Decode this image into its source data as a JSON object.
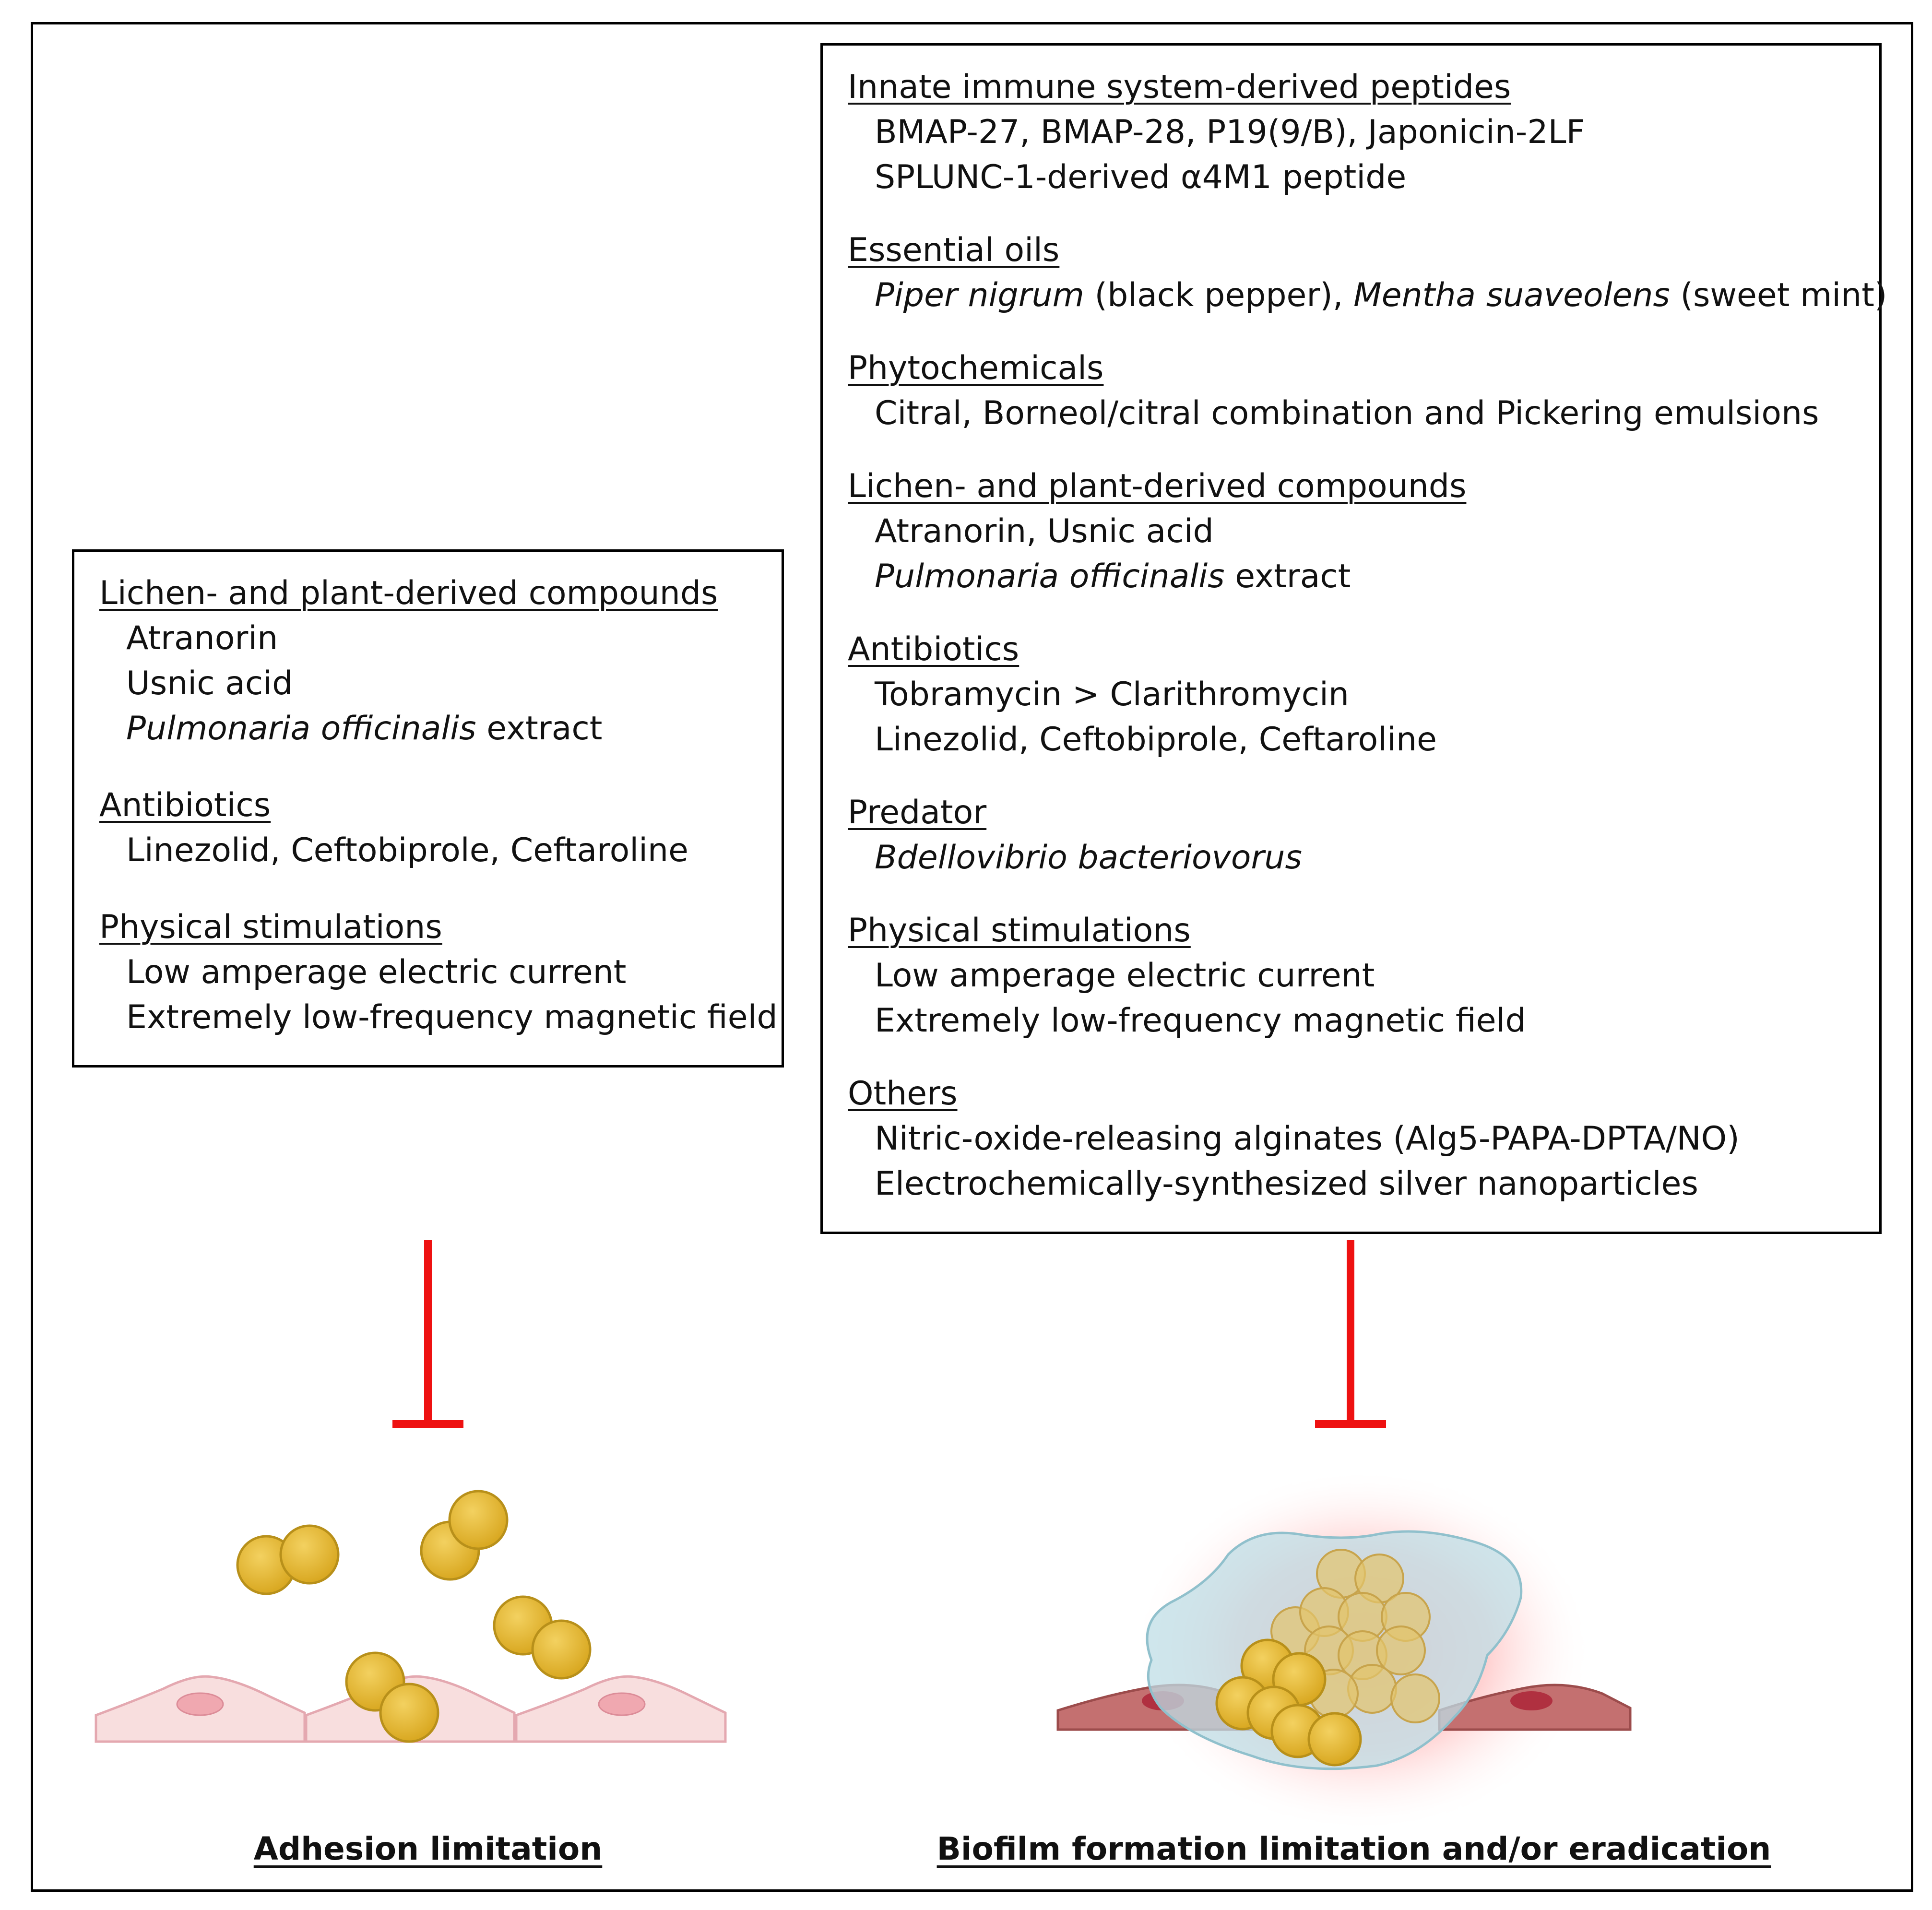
{
  "left_box": {
    "sections": [
      {
        "heading": "Lichen- and plant-derived compounds",
        "items": [
          [
            {
              "t": "Atranorin"
            }
          ],
          [
            {
              "t": "Usnic acid"
            }
          ],
          [
            {
              "t": "Pulmonaria officinalis",
              "i": true
            },
            {
              "t": " extract"
            }
          ]
        ]
      },
      {
        "heading": "Antibiotics",
        "items": [
          [
            {
              "t": "Linezolid, Ceftobiprole, Ceftaroline"
            }
          ]
        ]
      },
      {
        "heading": "Physical stimulations",
        "items": [
          [
            {
              "t": "Low amperage electric current"
            }
          ],
          [
            {
              "t": "Extremely low-frequency magnetic field"
            }
          ]
        ]
      }
    ]
  },
  "right_box": {
    "sections": [
      {
        "heading": "Innate immune system-derived peptides",
        "items": [
          [
            {
              "t": "BMAP-27, BMAP-28, P19(9/B), Japonicin-2LF"
            }
          ],
          [
            {
              "t": "SPLUNC-1-derived α4M1 peptide"
            }
          ]
        ]
      },
      {
        "heading": "Essential oils",
        "items": [
          [
            {
              "t": "Piper nigrum",
              "i": true
            },
            {
              "t": " (black pepper), "
            },
            {
              "t": "Mentha suaveolens",
              "i": true
            },
            {
              "t": " (sweet mint)"
            }
          ]
        ]
      },
      {
        "heading": "Phytochemicals",
        "items": [
          [
            {
              "t": "Citral, Borneol/citral combination and Pickering emulsions"
            }
          ]
        ]
      },
      {
        "heading": "Lichen- and plant-derived compounds",
        "items": [
          [
            {
              "t": "Atranorin, Usnic acid"
            }
          ],
          [
            {
              "t": "Pulmonaria officinalis",
              "i": true
            },
            {
              "t": " extract"
            }
          ]
        ]
      },
      {
        "heading": "Antibiotics",
        "items": [
          [
            {
              "t": "Tobramycin > Clarithromycin"
            }
          ],
          [
            {
              "t": "Linezolid, Ceftobiprole, Ceftaroline"
            }
          ]
        ]
      },
      {
        "heading": "Predator",
        "items": [
          [
            {
              "t": "Bdellovibrio bacteriovorus",
              "i": true
            }
          ]
        ]
      },
      {
        "heading": "Physical stimulations",
        "items": [
          [
            {
              "t": "Low amperage electric current"
            }
          ],
          [
            {
              "t": "Extremely low-frequency magnetic field"
            }
          ]
        ]
      },
      {
        "heading": "Others",
        "items": [
          [
            {
              "t": "Nitric-oxide-releasing alginates (Alg5-PAPA-DPTA/NO)"
            }
          ],
          [
            {
              "t": "Electrochemically-synthesized silver nanoparticles"
            }
          ]
        ]
      }
    ]
  },
  "labels": {
    "left": "Adhesion limitation",
    "right": "Biofilm formation limitation and/or eradication"
  },
  "colors": {
    "inhibitor": "#ee1111",
    "bacteria": "#e6b833",
    "bacteria_edge": "#b8901a",
    "healthy_cell": "#f8dede",
    "healthy_nucleus": "#f0a8b0",
    "damaged_cell": "#c47070",
    "damaged_nucleus": "#b03040",
    "biofilm": "#bfdde6"
  }
}
